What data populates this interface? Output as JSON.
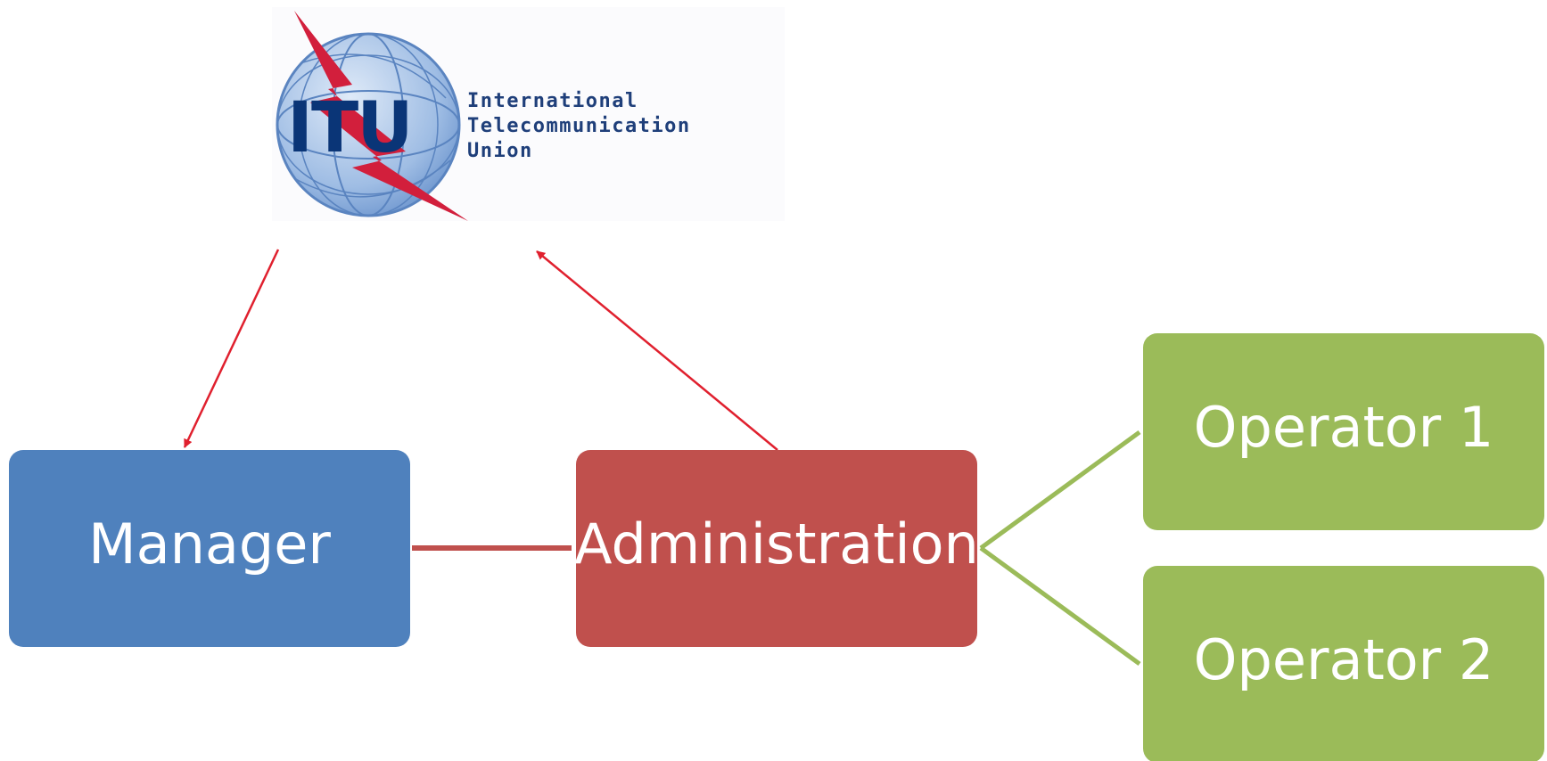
{
  "logo": {
    "acronym": "ITU",
    "line1": "International",
    "line2": "Telecommunication",
    "line3": "Union"
  },
  "nodes": {
    "manager": {
      "label": "Manager",
      "color": "#4f81bd"
    },
    "administration": {
      "label": "Administration",
      "color": "#c0504d"
    },
    "operator1": {
      "label": "Operator 1",
      "color": "#9bbb59"
    },
    "operator2": {
      "label": "Operator 2",
      "color": "#9bbb59"
    }
  },
  "colors": {
    "arrow": "#e0202e",
    "admin_line": "#c0504d",
    "operator_line": "#9bbb59",
    "logo_bolt": "#d21f3c",
    "logo_text": "#1f3f7a"
  }
}
